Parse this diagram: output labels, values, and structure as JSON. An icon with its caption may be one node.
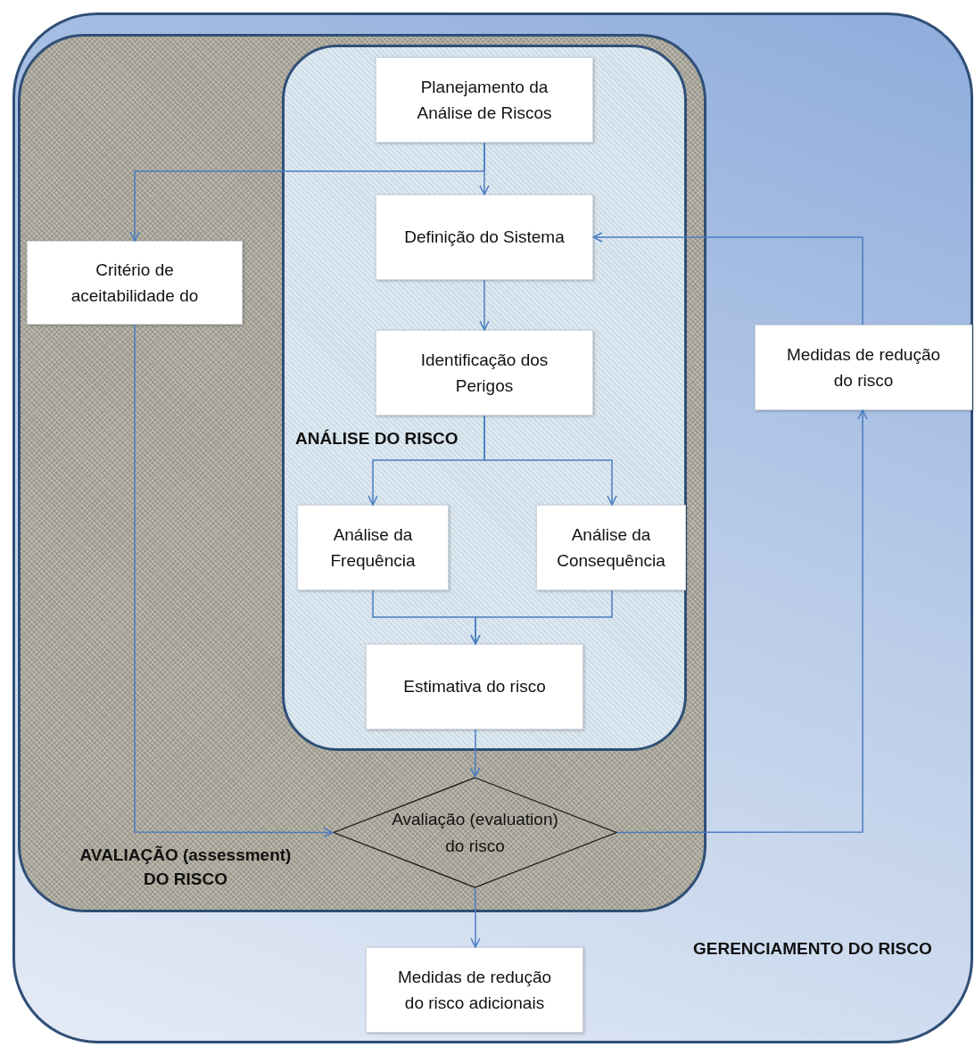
{
  "diagram": {
    "nodes": [
      {
        "text": [
          "GERENCIAMENTO DO RISCO"
        ]
      },
      {
        "text": [
          "AVALIAÇÃO (assessment) DO RISCO"
        ],
        "in": 0
      },
      {
        "text": [
          "ANÁLISE DO RISCO"
        ],
        "in": 1
      },
      {
        "text": [
          "Planejamento da Análise de Riscos"
        ],
        "in": 2
      },
      {
        "text": [
          "Definição do Sistema"
        ],
        "in": 2
      },
      {
        "text": [
          "Identificação dos Perigos"
        ],
        "in": 2
      },
      {
        "text": [
          "Análise da Frequência"
        ],
        "in": 2
      },
      {
        "text": [
          "Análise da Consequência"
        ],
        "in": 2
      },
      {
        "text": [
          "Estimativa do risco"
        ],
        "in": 2
      },
      {
        "text": [
          "Critério de aceitabilidade do"
        ],
        "in": 1
      },
      {
        "text": [
          "Avaliação (evaluation) do risco"
        ],
        "in": 1
      },
      {
        "text": [
          "Medidas de redução do risco"
        ],
        "in": 0
      },
      {
        "text": [
          "Medidas de redução do risco adicionais"
        ],
        "in": 0
      }
    ],
    "edges": [
      {
        "from": 3,
        "to": 4,
        "arrow": "to"
      },
      {
        "from": 3,
        "to": 9,
        "arrow": "to"
      },
      {
        "from": 4,
        "to": 5,
        "arrow": "to"
      },
      {
        "from": 5,
        "to": 6,
        "arrow": "to"
      },
      {
        "from": 5,
        "to": 7,
        "arrow": "to"
      },
      {
        "from": 6,
        "to": 8,
        "arrow": "to"
      },
      {
        "from": 7,
        "to": 8,
        "arrow": "to"
      },
      {
        "from": 8,
        "to": 10,
        "arrow": "to"
      },
      {
        "from": 9,
        "to": 10,
        "arrow": "to"
      },
      {
        "from": 10,
        "to": 11,
        "arrow": "to"
      },
      {
        "from": 11,
        "to": 4,
        "arrow": "to"
      },
      {
        "from": 10,
        "to": 12,
        "arrow": "to"
      }
    ]
  }
}
